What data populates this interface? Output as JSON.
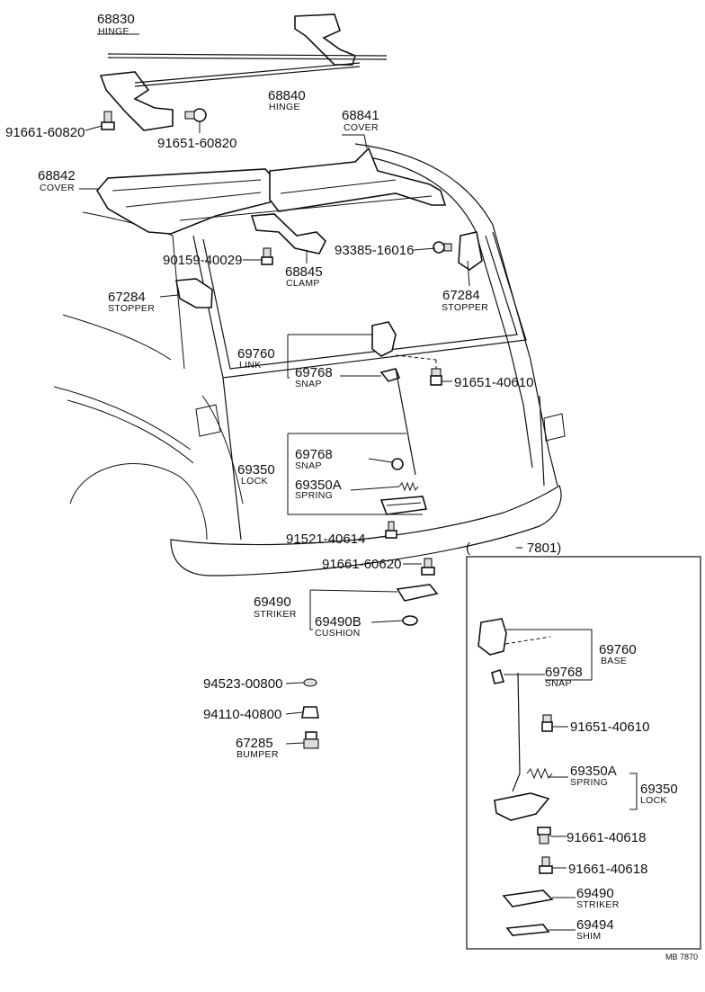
{
  "diagram": {
    "watermark": "MB 7870",
    "inset_title": "(            − 7801)",
    "callouts": [
      {
        "id": "hinge_68830",
        "number": "68830",
        "name": "HINGE"
      },
      {
        "id": "hinge_68840",
        "number": "68840",
        "name": "HINGE"
      },
      {
        "id": "bolt_91661_60820",
        "number": "91661-60820",
        "name": ""
      },
      {
        "id": "bolt_91651_60820",
        "number": "91651-60820",
        "name": ""
      },
      {
        "id": "cover_68841",
        "number": "68841",
        "name": "COVER"
      },
      {
        "id": "cover_68842",
        "number": "68842",
        "name": "COVER"
      },
      {
        "id": "screw_90159_40029",
        "number": "90159-40029",
        "name": ""
      },
      {
        "id": "clamp_68845",
        "number": "68845",
        "name": "CLAMP"
      },
      {
        "id": "screw_93385_16016",
        "number": "93385-16016",
        "name": ""
      },
      {
        "id": "stopper_67284_l",
        "number": "67284",
        "name": "STOPPER"
      },
      {
        "id": "stopper_67284_r",
        "number": "67284",
        "name": "STOPPER"
      },
      {
        "id": "link_69760",
        "number": "69760",
        "name": "LINK"
      },
      {
        "id": "snap_69768_a",
        "number": "69768",
        "name": "SNAP"
      },
      {
        "id": "bolt_91651_40610",
        "number": "91651-40610",
        "name": ""
      },
      {
        "id": "lock_69350",
        "number": "69350",
        "name": "LOCK"
      },
      {
        "id": "snap_69768_b",
        "number": "69768",
        "name": "SNAP"
      },
      {
        "id": "spring_69350A",
        "number": "69350A",
        "name": "SPRING"
      },
      {
        "id": "bolt_91521_40614",
        "number": "91521-40614",
        "name": ""
      },
      {
        "id": "bolt_91661_60620",
        "number": "91661-60620",
        "name": ""
      },
      {
        "id": "striker_69490",
        "number": "69490",
        "name": "STRIKER"
      },
      {
        "id": "cushion_69490B",
        "number": "69490B",
        "name": "CUSHION"
      },
      {
        "id": "nut_94523_00800",
        "number": "94523-00800",
        "name": ""
      },
      {
        "id": "nut_94110_40800",
        "number": "94110-40800",
        "name": ""
      },
      {
        "id": "bumper_67285",
        "number": "67285",
        "name": "BUMPER"
      }
    ],
    "inset_callouts": [
      {
        "id": "base_69760",
        "number": "69760",
        "name": "BASE"
      },
      {
        "id": "snap_69768_i",
        "number": "69768",
        "name": "SNAP"
      },
      {
        "id": "bolt_91651_40610_i",
        "number": "91651-40610",
        "name": ""
      },
      {
        "id": "spring_69350A_i",
        "number": "69350A",
        "name": "SPRING"
      },
      {
        "id": "lock_69350_i",
        "number": "69350",
        "name": "LOCK"
      },
      {
        "id": "bolt_91661_40618_a",
        "number": "91661-40618",
        "name": ""
      },
      {
        "id": "bolt_91661_40618_b",
        "number": "91661-40618",
        "name": ""
      },
      {
        "id": "striker_69490_i",
        "number": "69490",
        "name": "STRIKER"
      },
      {
        "id": "shim_69494",
        "number": "69494",
        "name": "SHIM"
      }
    ]
  }
}
